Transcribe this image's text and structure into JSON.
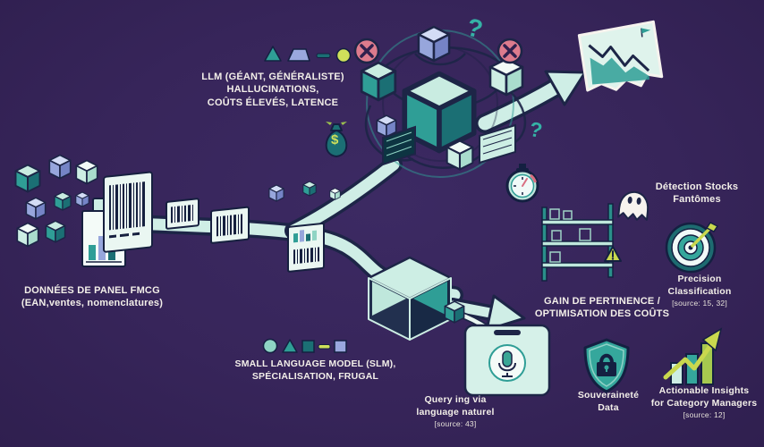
{
  "canvas": {
    "bg": "#37255a"
  },
  "labels": {
    "llm": {
      "title": "LLM (GÉANT, GÉNÉRALISTE)",
      "line2": "HALLUCINATIONS,",
      "line3": "COÛTS ÉLEVÉS, LATENCE"
    },
    "fmcg": {
      "line1": "DONNÉES DE PANEL FMCG",
      "line2": "(EAN,ventes, nomenclatures)"
    },
    "slm": {
      "line1": "SMALL LANGUAGE MODEL (SLM),",
      "line2": "SPÉCIALISATION, FRUGAL"
    },
    "gain": {
      "line1": "GAIN DE PERTINENCE /",
      "line2": "OPTIMISATION DES COÛTS"
    },
    "query": {
      "line1": "Query ing via",
      "line2": "language naturel",
      "source": "[source: 43]"
    },
    "ghost_detection": {
      "line1": "Détection Stocks",
      "line2": "Fantômes"
    },
    "precision": {
      "line1": "Precision",
      "line2": "Classification",
      "source": "[source: 15, 32]"
    },
    "sovereignty": {
      "line1": "Souveraineté",
      "line2": "Data"
    },
    "insights": {
      "line1": "Actionable Insights",
      "line2": "for Category Managers",
      "source": "[source: 12]"
    }
  },
  "symbols": {
    "question_mark": "?",
    "dollar_sign": "$"
  }
}
